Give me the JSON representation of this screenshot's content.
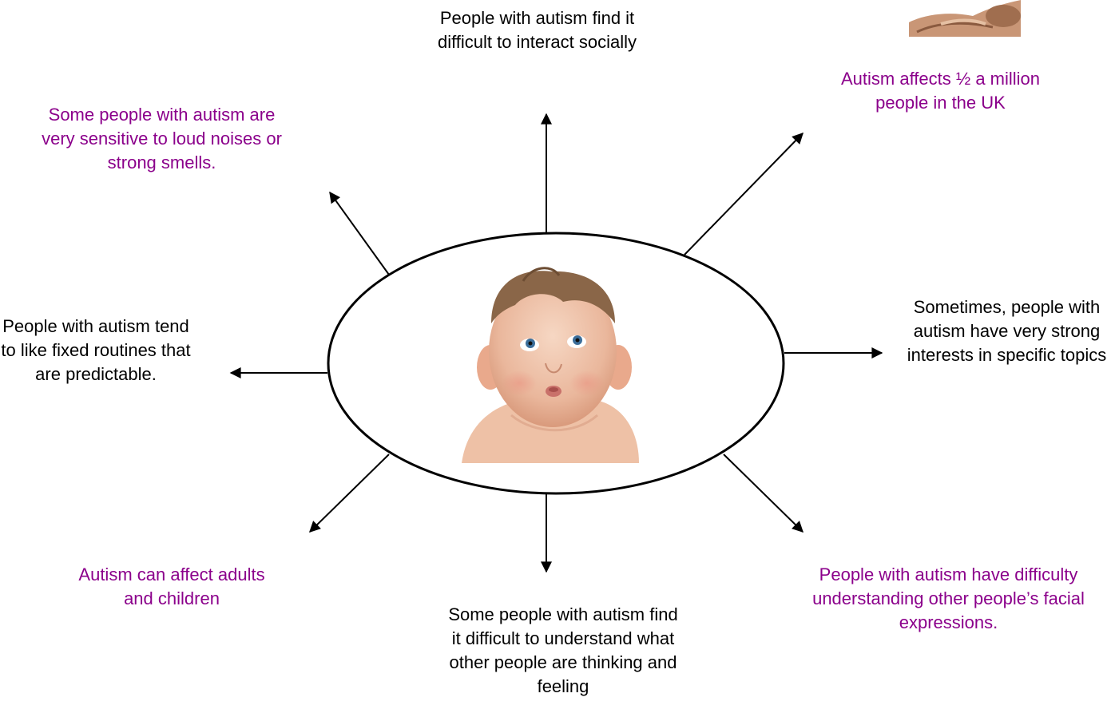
{
  "colors": {
    "black_text": "#000000",
    "purple_text": "#8b008b",
    "outline": "#000000"
  },
  "center": {
    "image_subject": "baby-photo"
  },
  "corner_image": {
    "image_subject": "hands-photo"
  },
  "facts": {
    "top": "People with autism find it difficult to interact socially",
    "top_right": "Autism affects ½ a million people in the UK",
    "top_left": "Some people with autism are very sensitive to loud noises or strong smells.",
    "left": "People with autism tend to like fixed routines that are predictable.",
    "right": "Sometimes, people with autism have very strong interests in specific topics",
    "bottom_left": "Autism can affect adults and children",
    "bottom": "Some people with autism find it difficult to understand what other people are thinking and feeling",
    "bottom_right": "People with autism have difficulty understanding other people’s facial expressions."
  }
}
